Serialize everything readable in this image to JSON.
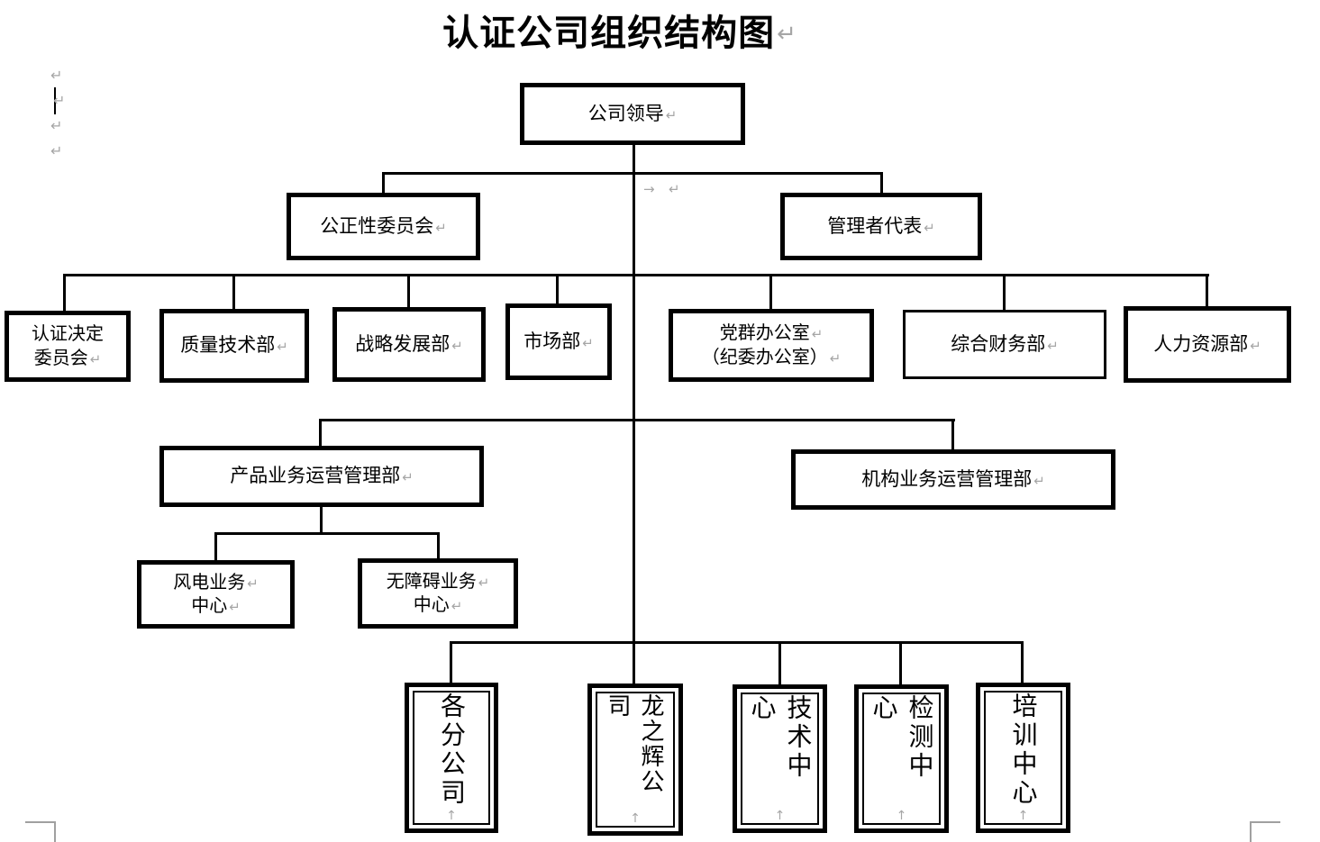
{
  "document": {
    "title": "认证公司组织结构图",
    "background": "#ffffff"
  },
  "colors": {
    "line": "#000000",
    "box_border": "#000000",
    "text": "#000000",
    "formatting_mark": "#a6a6a6"
  },
  "marks": {
    "paragraph_return": "↵",
    "tab_arrow": "→",
    "vertical_return": "↑"
  },
  "org_chart": {
    "nodes": {
      "company_leadership": {
        "label": "公司领导"
      },
      "impartiality_committee": {
        "label": "公正性委员会"
      },
      "management_representative": {
        "label": "管理者代表"
      },
      "certification_decision_committee": {
        "lines": [
          "认证决定",
          "委员会"
        ]
      },
      "quality_technology_dept": {
        "label": "质量技术部"
      },
      "strategy_development_dept": {
        "label": "战略发展部"
      },
      "market_dept": {
        "label": "市场部"
      },
      "party_mass_office": {
        "lines": [
          "党群办公室",
          "（纪委办公室）"
        ]
      },
      "general_finance_dept": {
        "label": "综合财务部"
      },
      "human_resources_dept": {
        "label": "人力资源部"
      },
      "product_business_operations_dept": {
        "label": "产品业务运营管理部"
      },
      "institution_business_operations_dept": {
        "label": "机构业务运营管理部"
      },
      "wind_power_business_center": {
        "lines": [
          "风电业务",
          "中心"
        ]
      },
      "barrier_free_business_center": {
        "lines": [
          "无障碍业务",
          "中心"
        ]
      },
      "branch_companies": {
        "label": "各分公司"
      },
      "longzhihui_company": {
        "label": "龙之辉公司"
      },
      "technology_center": {
        "label": "技术中心"
      },
      "testing_center": {
        "label": "检测中心"
      },
      "training_center": {
        "label": "培训中心"
      }
    }
  }
}
